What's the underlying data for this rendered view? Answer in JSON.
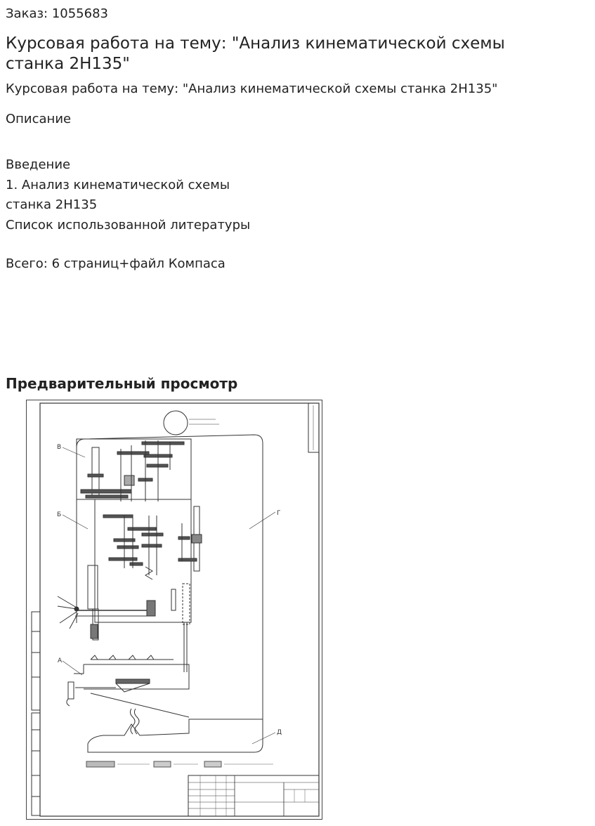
{
  "order": "Заказ: 1055683",
  "title": "Курсовая работа на тему: \"Анализ кинематической схемы станка 2Н135\"",
  "subtitle": "Курсовая работа на тему: \"Анализ кинематической схемы станка 2Н135\"",
  "description_label": "Описание",
  "contents": [
    "Введение",
    "1. Анализ кинематической схемы",
    "станка 2Н135",
    "Список использованной литературы"
  ],
  "total": "Всего: 6 страниц+файл Компаса",
  "preview_heading": "Предварительный просмотр",
  "preview": {
    "labels": {
      "v": "В",
      "b": "Б",
      "g": "Г",
      "a": "А",
      "d": "Д"
    }
  }
}
